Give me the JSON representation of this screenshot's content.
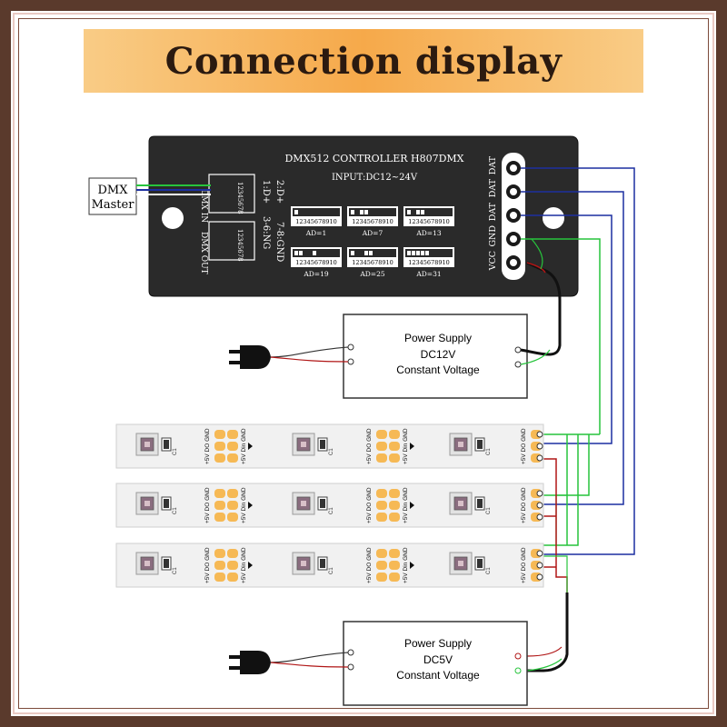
{
  "banner": {
    "title": "Connection display"
  },
  "controller": {
    "title": "DMX512  CONTROLLER  H807DMX",
    "input": "INPUT:DC12~24V",
    "left_labels": [
      "DMX  IN",
      "DMX OUT"
    ],
    "pin_labels": [
      "1:D+",
      "3-6:NG",
      "2:D+",
      "7-8:GND"
    ],
    "rj45_pins": "12345678",
    "dip_digits": "12345678910",
    "dip_addresses": [
      "AD=1",
      "AD=7",
      "AD=13",
      "AD=19",
      "AD=25",
      "AD=31"
    ],
    "terminals": [
      "DAT",
      "DAT",
      "DAT",
      "GND",
      "VCC"
    ]
  },
  "dmx_master": {
    "line1": "DMX",
    "line2": "Master"
  },
  "power_supply_12v": {
    "line1": "Power Supply",
    "line2": "DC12V",
    "line3": "Constant Voltage"
  },
  "power_supply_5v": {
    "line1": "Power Supply",
    "line2": "DC5V",
    "line3": "Constant Voltage"
  },
  "strip": {
    "pad_left": [
      "+5V",
      "DO",
      "GND"
    ],
    "pad_right": [
      "+5V",
      "Din",
      "GND"
    ],
    "cap_label": "C1"
  },
  "colors": {
    "controller": "#2a2a2a",
    "banner_left": "#f9cc86",
    "banner_center": "#f6a94a",
    "wire_blue": "#1c2fa0",
    "wire_green": "#27c43c",
    "wire_red": "#b01616",
    "frame": "#5a3a2c"
  }
}
